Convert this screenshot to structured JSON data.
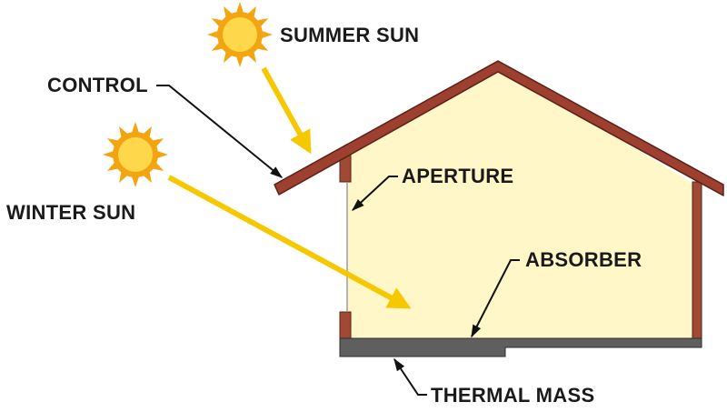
{
  "labels": {
    "summer_sun": "SUMMER SUN",
    "control": "CONTROL",
    "winter_sun": "WINTER SUN",
    "aperture": "APERTURE",
    "absorber": "ABSORBER",
    "thermal_mass": "THERMAL MASS"
  },
  "colors": {
    "roof": "#9e4030",
    "roof_outline": "#5a2018",
    "wall": "#a04a35",
    "interior": "#fff7c8",
    "floor": "#5f5f5f",
    "sun_core": "#ffd74a",
    "sun_rays": "#f2a510",
    "sun_ray_arrow": "#f5c800",
    "pointer": "#111111",
    "text": "#1a1a1a"
  },
  "icons": [
    "summer-sun-icon",
    "winter-sun-icon"
  ]
}
